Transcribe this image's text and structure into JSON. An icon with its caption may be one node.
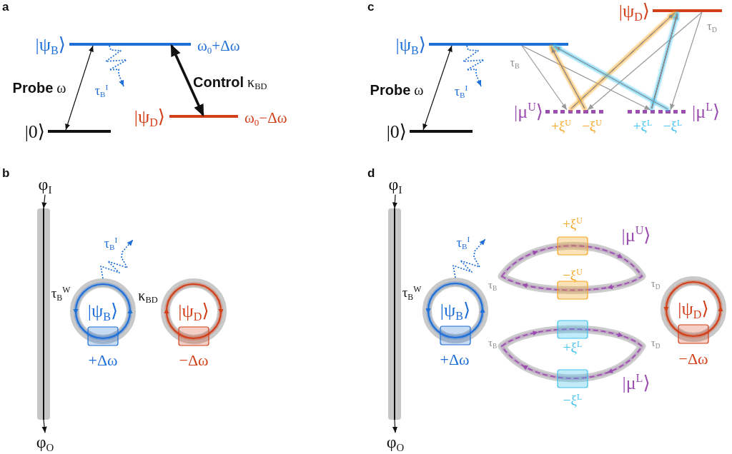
{
  "diagram": {
    "nodes": [
      {
        "text": [],
        "shape": "bar",
        "beside": [
          "|ψ$_{B}$⟩",
          "ω$_{0}$+Δω"
        ]
      },
      {
        "text": [],
        "shape": "bar",
        "beside": [
          "|ψ$_{D}$⟩",
          "ω$_{0}$−Δω"
        ]
      },
      {
        "text": [],
        "shape": "bar",
        "beside": [
          "|0⟩"
        ]
      },
      {
        "text": [],
        "shape": "bar",
        "beside": [
          "|ψ$_{D}$⟩"
        ]
      },
      {
        "text": [],
        "shape": "bar",
        "beside": [
          "|ψ$_{B}$⟩"
        ]
      },
      {
        "text": [],
        "shape": "bar",
        "beside": [
          "|μ$^{U}$⟩",
          "+ξ$^{U}$",
          "−ξ$^{U}$"
        ]
      },
      {
        "text": [],
        "shape": "bar",
        "beside": [
          "|μ$^{L}$⟩",
          "+ξ$^{L}$",
          "−ξ$^{L}$"
        ]
      },
      {
        "text": [],
        "shape": "bar",
        "beside": [
          "|0⟩"
        ]
      },
      {
        "text": [
          "φ$_{I}$"
        ]
      },
      {
        "text": [],
        "shape": "bar"
      },
      {
        "text": [
          "|ψ$_{B}$⟩"
        ],
        "beside": [
          "+Δω"
        ]
      },
      {
        "text": [
          "|ψ$_{D}$⟩"
        ],
        "beside": [
          "−Δω"
        ]
      },
      {
        "text": [
          "φ$_{O}$"
        ]
      },
      {
        "text": [
          "φ$_{I}$"
        ]
      },
      {
        "text": [],
        "shape": "bar"
      },
      {
        "text": [
          "−ξ$^{U}$"
        ],
        "beside": [
          "|μ$^{U}$⟩",
          "+ξ$^{U}$"
        ]
      },
      {
        "text": [
          "|ψ$_{B}$⟩"
        ],
        "beside": [
          "+Δω"
        ]
      },
      {
        "text": [
          "|ψ$_{D}$⟩"
        ],
        "beside": [
          "−Δω"
        ]
      },
      {
        "text": [
          "+ξ$^{L}$"
        ],
        "beside": [
          "|μ$^{L}$⟩",
          "−ξ$^{L}$"
        ]
      },
      {
        "text": [
          "φ$_{O}$"
        ]
      }
    ],
    "edges": [
      {
        "from": 2,
        "to": 0,
        "arrow": "both",
        "label": "**Probe** ω"
      },
      {
        "from": 0,
        "to": null,
        "arrow": "to",
        "style": "dashed",
        "color": "#1f6fd8",
        "label": "τ$_{B}$$^{I}$"
      },
      {
        "from": 0,
        "to": 1,
        "arrow": "both",
        "style": "thick",
        "label": "**Control** κ$_{BD}$"
      },
      {
        "from": 7,
        "to": 4,
        "arrow": "both",
        "label": "**Probe** ω"
      },
      {
        "from": 4,
        "to": null,
        "arrow": "to",
        "style": "dashed",
        "color": "#1f6fd8",
        "label": "τ$_{B}$$^{I}$"
      },
      {
        "from": 4,
        "to": 5,
        "arrow": "to",
        "color": "#9a9a9a"
      },
      {
        "from": 4,
        "to": 6,
        "arrow": "to",
        "color": "#9a9a9a"
      },
      {
        "from": 3,
        "to": 5,
        "arrow": "to",
        "color": "#9a9a9a"
      },
      {
        "from": 3,
        "to": 6,
        "arrow": "to",
        "color": "#9a9a9a"
      },
      {
        "from": 5,
        "to": 3,
        "arrow": "to",
        "style": "thick",
        "color": "#f5a623"
      },
      {
        "from": 5,
        "to": 4,
        "arrow": "to",
        "style": "thick",
        "color": "#f5a623"
      },
      {
        "from": 6,
        "to": 3,
        "arrow": "to",
        "style": "thick",
        "color": "#3fc1ec"
      },
      {
        "from": 6,
        "to": 4,
        "arrow": "to",
        "style": "thick",
        "color": "#3fc1ec"
      },
      {
        "from": 8,
        "to": 9,
        "arrow": "to"
      },
      {
        "from": 9,
        "to": 12,
        "arrow": "to"
      },
      {
        "from": 10,
        "to": null,
        "arrow": "to",
        "style": "dashed",
        "color": "#1f6fd8",
        "label": "τ$_{B}$$^{I}$"
      },
      {
        "from": 13,
        "to": 14,
        "arrow": "to"
      },
      {
        "from": 14,
        "to": 19,
        "arrow": "to"
      },
      {
        "from": 16,
        "to": null,
        "arrow": "to",
        "style": "dashed",
        "color": "#1f6fd8",
        "label": "τ$_{B}$$^{I}$"
      }
    ],
    "labels": [
      "a",
      "c",
      "τ$_{D}$",
      "τ$_{B}$",
      "b",
      "τ$_{B}$$^{W}$",
      "κ$_{BD}$",
      "d",
      "τ$_{B}$$^{W}$",
      "τ$_{B}$",
      "τ$_{D}$",
      "τ$_{B}$",
      "τ$_{D}$"
    ]
  }
}
